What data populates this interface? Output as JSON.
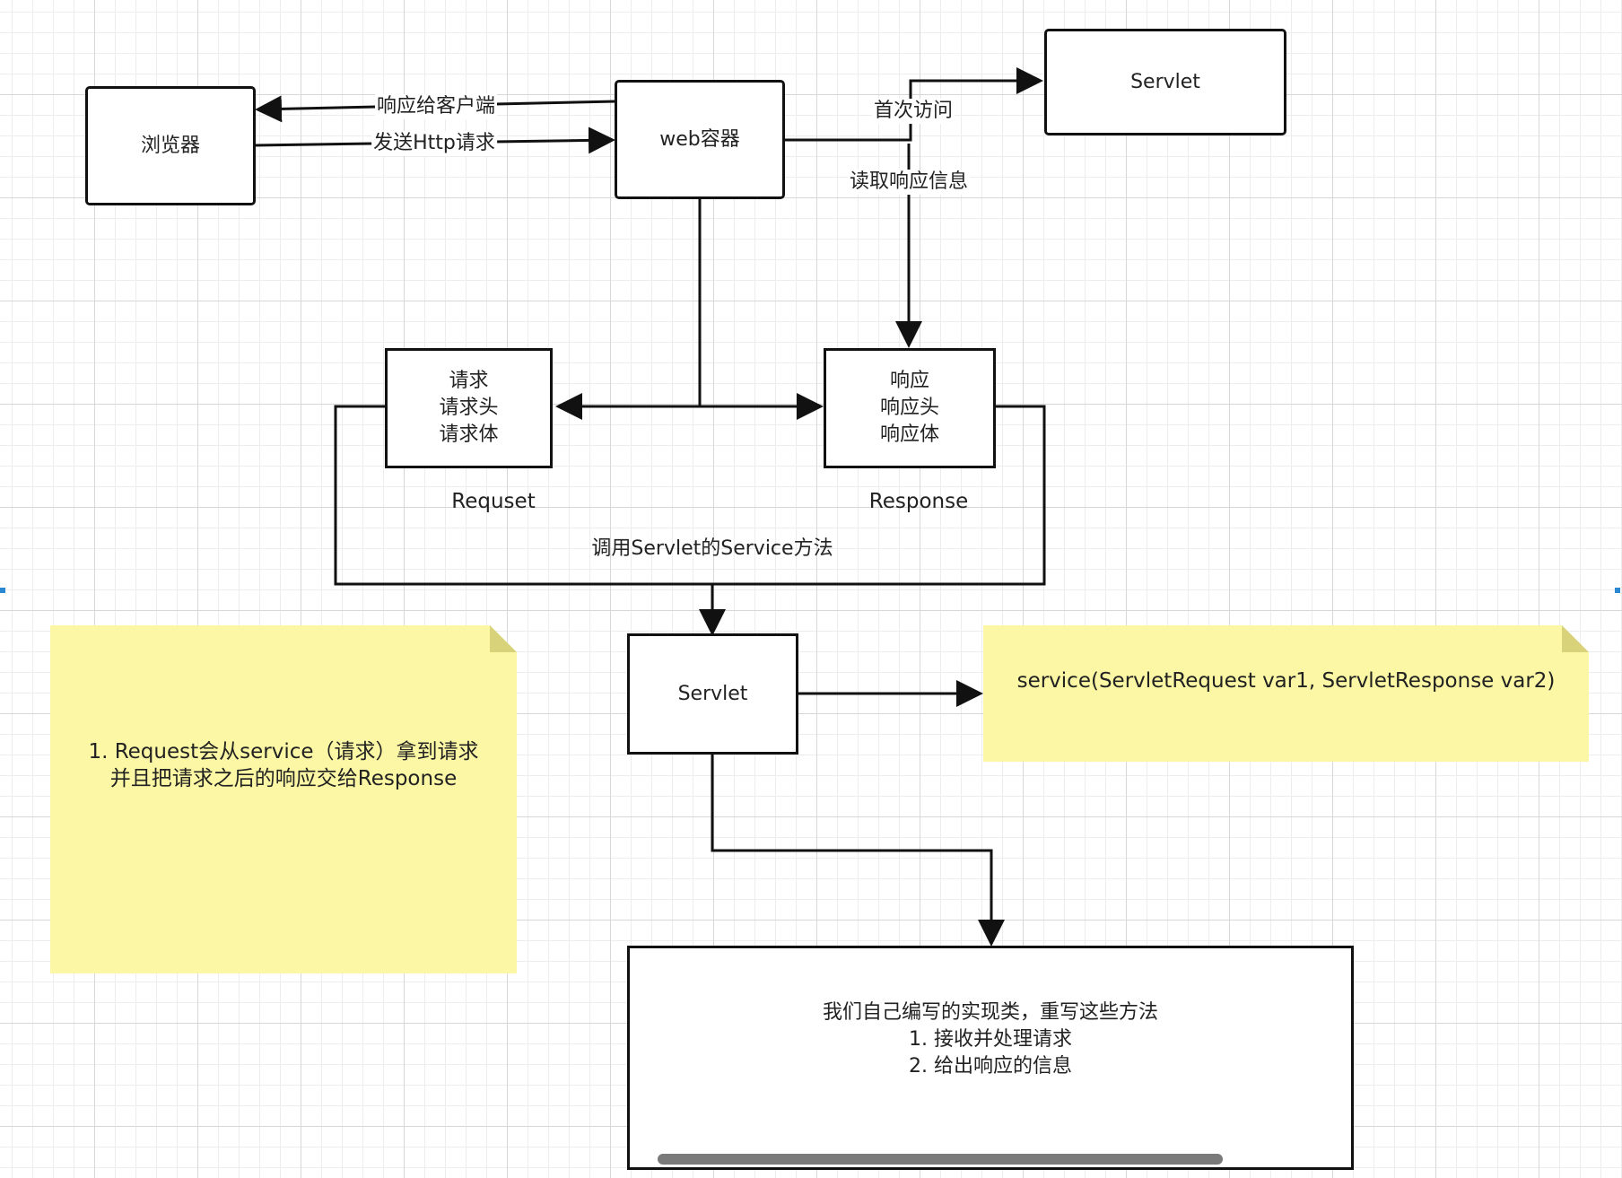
{
  "nodes": {
    "browser": "浏览器",
    "web_container": "web容器",
    "servlet_top": "Servlet",
    "request_box": "请求\n请求头\n请求体",
    "response_box": "响应\n响应头\n响应体",
    "servlet_mid": "Servlet",
    "impl_box": "我们自己编写的实现类，重写这些方法\n1. 接收并处理请求\n2. 给出响应的信息"
  },
  "edge_labels": {
    "respond_to_client": "响应给客户端",
    "send_http": "发送Http请求",
    "first_access": "首次访问",
    "read_response": "读取响应信息",
    "call_service": "调用Servlet的Service方法"
  },
  "captions": {
    "request": "Requset",
    "response": "Response"
  },
  "notes": {
    "left": "1. Request会从service（请求）拿到请求\n并且把请求之后的响应交给Response",
    "right": "service(ServletRequest var1, ServletResponse var2)"
  },
  "colors": {
    "note_fill": "#fbf7a4",
    "note_fold": "#d8d27a",
    "line": "#111111"
  }
}
